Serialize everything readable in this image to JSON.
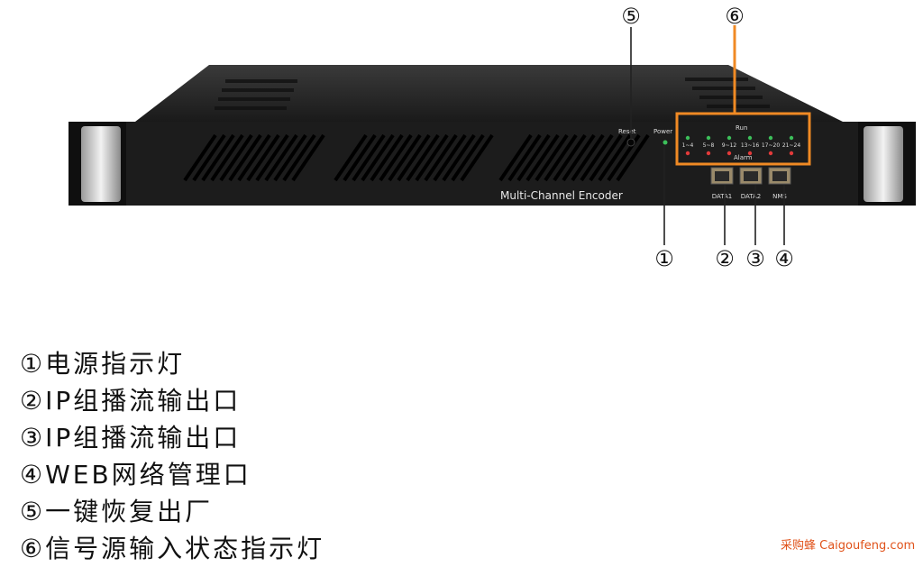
{
  "device": {
    "model_label": "Multi-Channel Encoder",
    "reset_label": "Reset",
    "power_label": "Power",
    "run_label": "Run",
    "alarm_label": "Alarm",
    "channel_groups": [
      "1~4",
      "5~8",
      "9~12",
      "13~16",
      "17~20",
      "21~24"
    ],
    "ports": [
      "DATA1",
      "DATA2",
      "NMS"
    ]
  },
  "callouts": [
    "①",
    "②",
    "③",
    "④",
    "⑤",
    "⑥"
  ],
  "legend": [
    "①电源指示灯",
    "②IP组播流输出口",
    "③IP组播流输出口",
    "④WEB网络管理口",
    "⑤一键恢复出厂",
    "⑥信号源输入状态指示灯"
  ],
  "watermark": "采购蜂 Caigoufeng.com",
  "colors": {
    "callout_box": "#f08a24",
    "watermark": "#e0521a",
    "run_led": "#3cbf5a",
    "alarm_led": "#e23a3a"
  }
}
